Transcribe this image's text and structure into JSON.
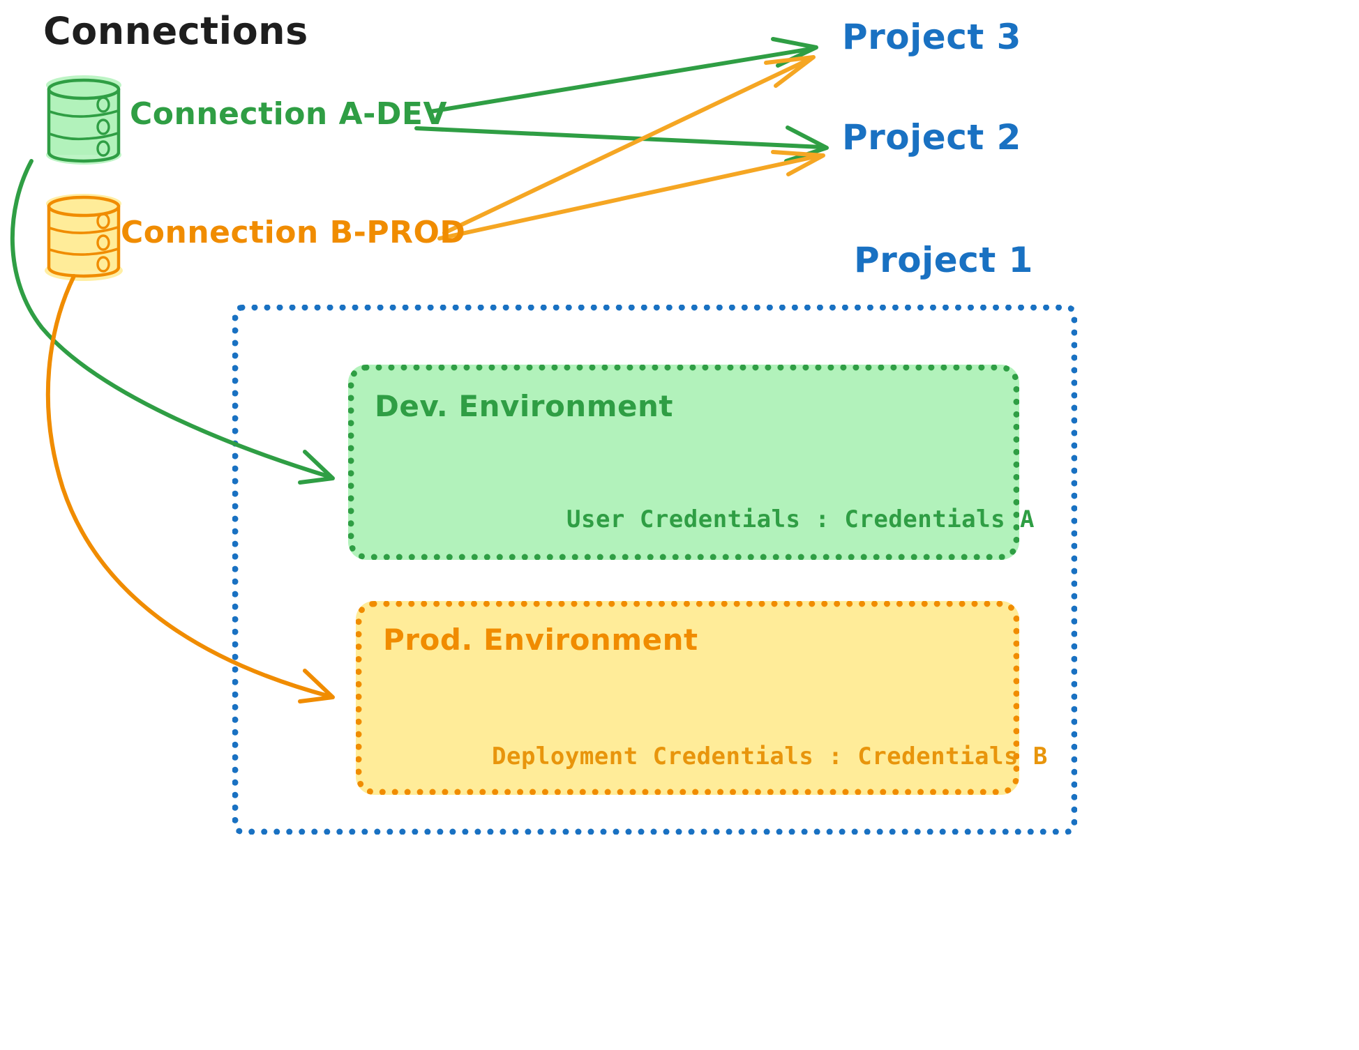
{
  "diagram": {
    "title": "Connections",
    "connections": [
      {
        "id": "conn-a-dev",
        "label": "Connection A-DEV",
        "color": "#2f9e44",
        "icon": "database-icon"
      },
      {
        "id": "conn-b-prod",
        "label": "Connection B-PROD",
        "color": "#f08c00",
        "icon": "database-icon"
      }
    ],
    "projects": [
      {
        "id": "project-3",
        "label": "Project 3",
        "color": "#1971c2"
      },
      {
        "id": "project-2",
        "label": "Project 2",
        "color": "#1971c2"
      },
      {
        "id": "project-1",
        "label": "Project 1",
        "color": "#1971c2"
      }
    ],
    "environments": [
      {
        "id": "dev-environment",
        "title": "Dev. Environment",
        "credentials": "User Credentials : Credentials A",
        "color": "#2f9e44",
        "fill": "#b2f2bb"
      },
      {
        "id": "prod-environment",
        "title": "Prod. Environment",
        "credentials": "Deployment Credentials : Credentials B",
        "color": "#f08c00",
        "fill": "#ffec99"
      }
    ],
    "edges": [
      {
        "from": "conn-a-dev",
        "to": "project-3",
        "color": "#2f9e44"
      },
      {
        "from": "conn-a-dev",
        "to": "project-2",
        "color": "#2f9e44"
      },
      {
        "from": "conn-a-dev",
        "to": "dev-environment",
        "color": "#2f9e44"
      },
      {
        "from": "conn-b-prod",
        "to": "project-3",
        "color": "#f5a623"
      },
      {
        "from": "conn-b-prod",
        "to": "project-2",
        "color": "#f5a623"
      },
      {
        "from": "conn-b-prod",
        "to": "prod-environment",
        "color": "#f08c00"
      }
    ],
    "colors": {
      "green": "#2f9e44",
      "green_fill": "#b2f2bb",
      "orange": "#f08c00",
      "orange_fill": "#ffec99",
      "amber": "#f5a623",
      "blue": "#1971c2",
      "ink": "#1e1e1e",
      "background": "#ffffff"
    }
  }
}
